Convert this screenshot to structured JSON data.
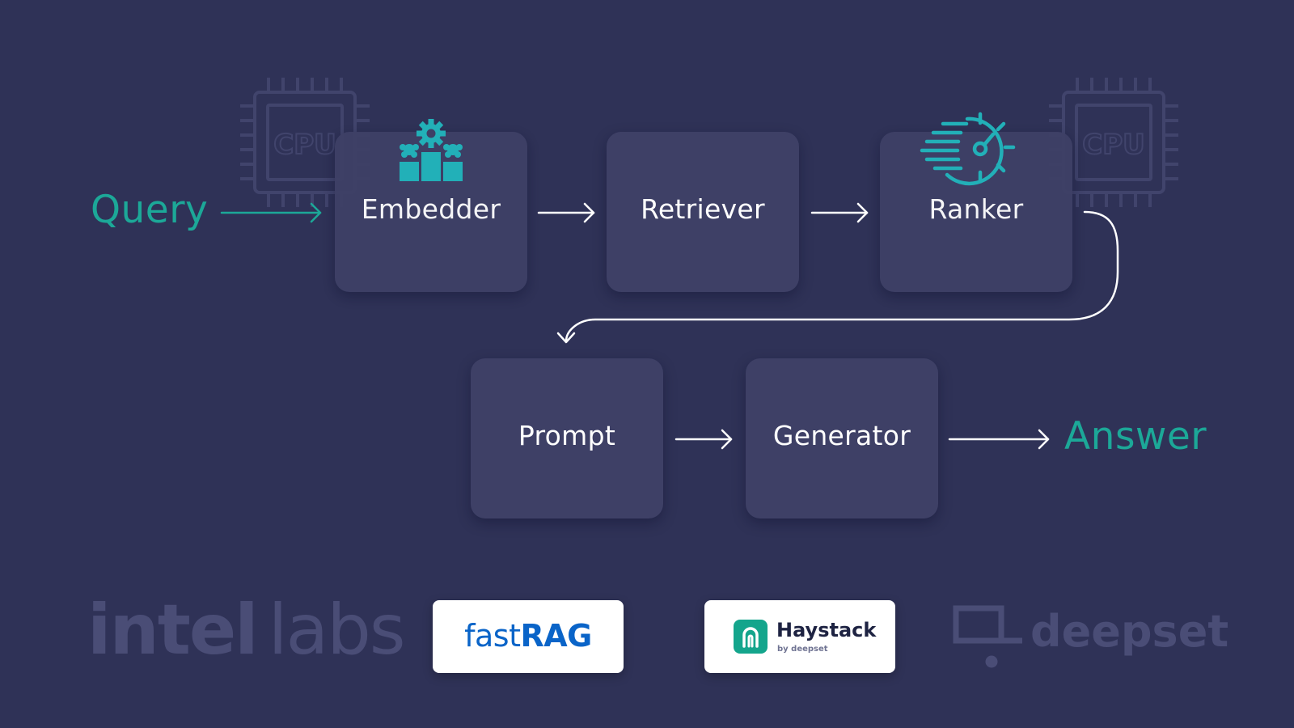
{
  "endpoints": {
    "query": "Query",
    "answer": "Answer"
  },
  "nodes": {
    "embedder": "Embedder",
    "retriever": "Retriever",
    "ranker": "Ranker",
    "prompt": "Prompt",
    "generator": "Generator"
  },
  "chips": {
    "left": "CPU",
    "right": "CPU"
  },
  "logos": {
    "intel": "intel",
    "labs": "labs",
    "fastrag_light": "fast",
    "fastrag_bold": "RAG",
    "haystack_title": "Haystack",
    "haystack_sub": "by deepset",
    "deepset": "deepset"
  },
  "icons": {
    "embedder": "podium-gear-icon",
    "ranker": "speedometer-icon",
    "chip": "cpu-chip-icon",
    "haystack": "haystack-logo-icon",
    "deepset": "deepset-logo-icon"
  },
  "colors": {
    "background": "#2f3257",
    "node": "#3e4066",
    "accent_teal": "#1ca898",
    "icon_teal": "#22b0b8",
    "fastrag_blue": "#0a64c8",
    "haystack_green": "#14a58c",
    "faded_logo": "#4a4d76"
  }
}
